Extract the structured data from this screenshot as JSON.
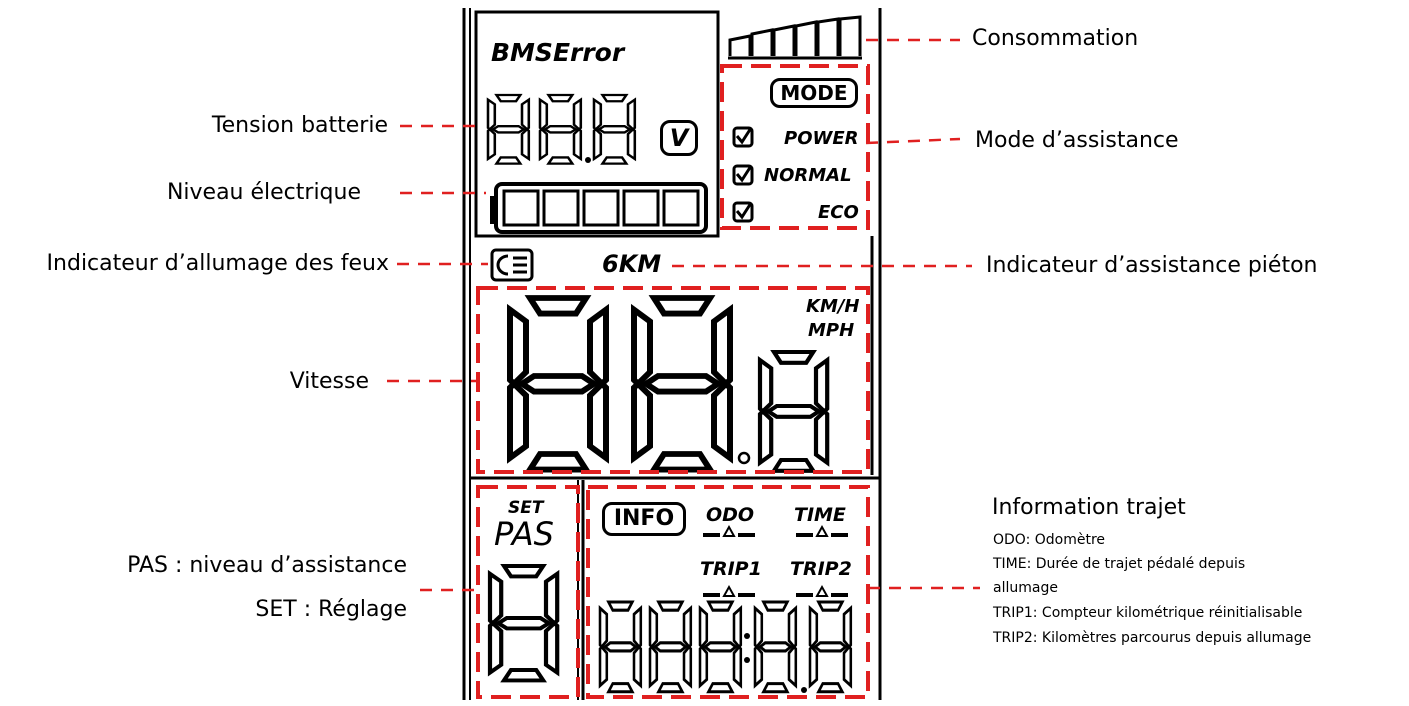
{
  "labels": {
    "consommation": "Consommation",
    "mode_assistance": "Mode d’assistance",
    "tension_batterie": "Tension batterie",
    "niveau_electrique": "Niveau électrique",
    "indicateur_feux": "Indicateur d’allumage des feux",
    "indicateur_pieton": "Indicateur d’assistance piéton",
    "vitesse": "Vitesse",
    "pas": "PAS : niveau d’assistance",
    "set": "SET : Réglage",
    "info_title": "Information trajet",
    "info_lines": [
      "ODO: Odomètre",
      "TIME: Durée de trajet pédalé depuis",
      "allumage",
      "TRIP1: Compteur kilométrique réinitialisable",
      "TRIP2: Kilomètres parcourus depuis allumage"
    ]
  },
  "display": {
    "bms_error": "BMSError",
    "volt_unit": "V",
    "mode_badge": "MODE",
    "modes": [
      "POWER",
      "NORMAL",
      "ECO"
    ],
    "walk_assist": "6KM",
    "speed_units": [
      "KM/H",
      "MPH"
    ],
    "pas_set": "SET",
    "pas": "PAS",
    "info_badge": "INFO",
    "info_items": [
      "ODO",
      "TIME",
      "TRIP1",
      "TRIP2"
    ]
  },
  "colors": {
    "callout": "#e02020",
    "lcd": "#000000"
  }
}
